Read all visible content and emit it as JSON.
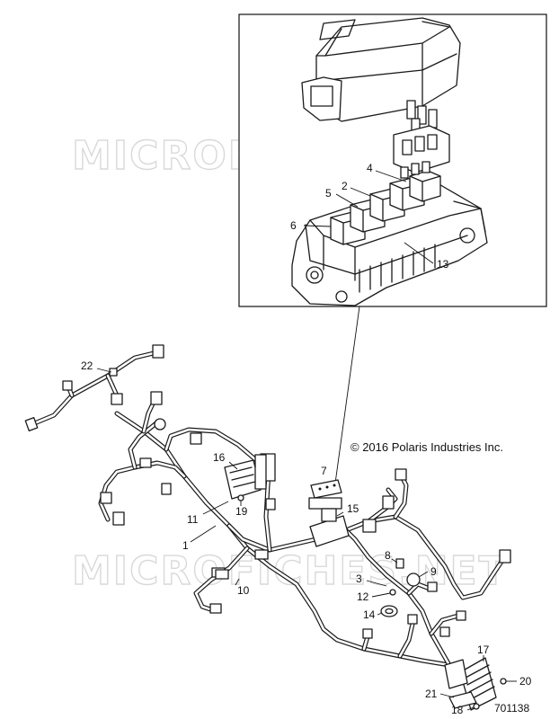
{
  "watermark": "MICROFICHES.NET",
  "copyright": "© 2016 Polaris Industries Inc.",
  "figure_number": "701138",
  "callouts": {
    "c1": "1",
    "c2": "2",
    "c3": "3",
    "c4": "4",
    "c5": "5",
    "c6": "6",
    "c7": "7",
    "c8": "8",
    "c9": "9",
    "c10": "10",
    "c11": "11",
    "c12": "12",
    "c13": "13",
    "c14": "14",
    "c15": "15",
    "c16": "16",
    "c17": "17",
    "c18": "18",
    "c19": "19",
    "c20": "20",
    "c21": "21",
    "c22": "22"
  }
}
